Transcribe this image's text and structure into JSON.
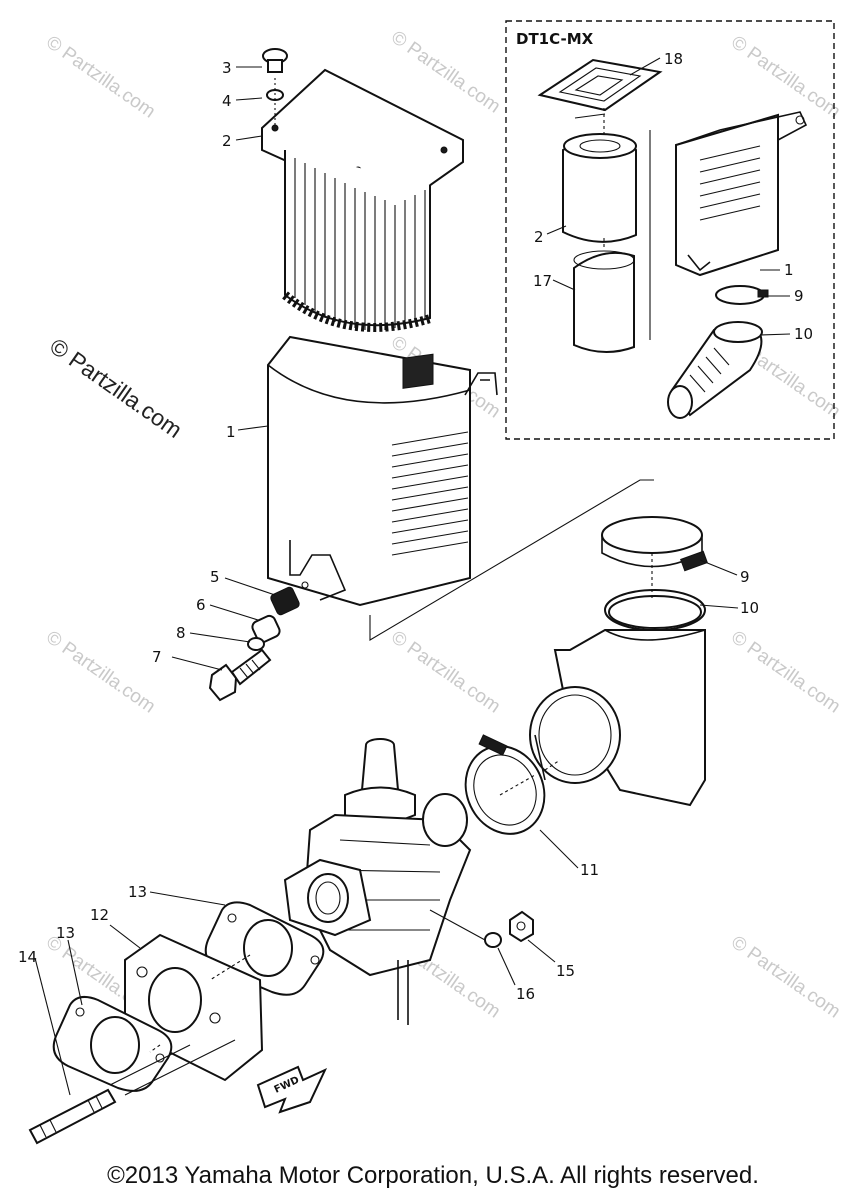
{
  "diagram": {
    "inset_title": "DT1C-MX",
    "fwd_label": "FWD",
    "watermark": "© Partzilla.com",
    "watermark_main": "© Partzilla.com",
    "callouts": [
      {
        "id": "c3",
        "label": "3"
      },
      {
        "id": "c4",
        "label": "4"
      },
      {
        "id": "c2",
        "label": "2"
      },
      {
        "id": "c1",
        "label": "1"
      },
      {
        "id": "c5",
        "label": "5"
      },
      {
        "id": "c6",
        "label": "6"
      },
      {
        "id": "c8",
        "label": "8"
      },
      {
        "id": "c7",
        "label": "7"
      },
      {
        "id": "c9",
        "label": "9"
      },
      {
        "id": "c10",
        "label": "10"
      },
      {
        "id": "c11",
        "label": "11"
      },
      {
        "id": "c13a",
        "label": "13"
      },
      {
        "id": "c12",
        "label": "12"
      },
      {
        "id": "c13b",
        "label": "13"
      },
      {
        "id": "c14",
        "label": "14"
      },
      {
        "id": "c15",
        "label": "15"
      },
      {
        "id": "c16",
        "label": "16"
      },
      {
        "id": "c18",
        "label": "18"
      },
      {
        "id": "c2i",
        "label": "2"
      },
      {
        "id": "c17",
        "label": "17"
      },
      {
        "id": "c1i",
        "label": "1"
      },
      {
        "id": "c9i",
        "label": "9"
      },
      {
        "id": "c10i",
        "label": "10"
      }
    ]
  },
  "copyright": "©2013  Yamaha Motor Corporation, U.S.A. All rights reserved."
}
